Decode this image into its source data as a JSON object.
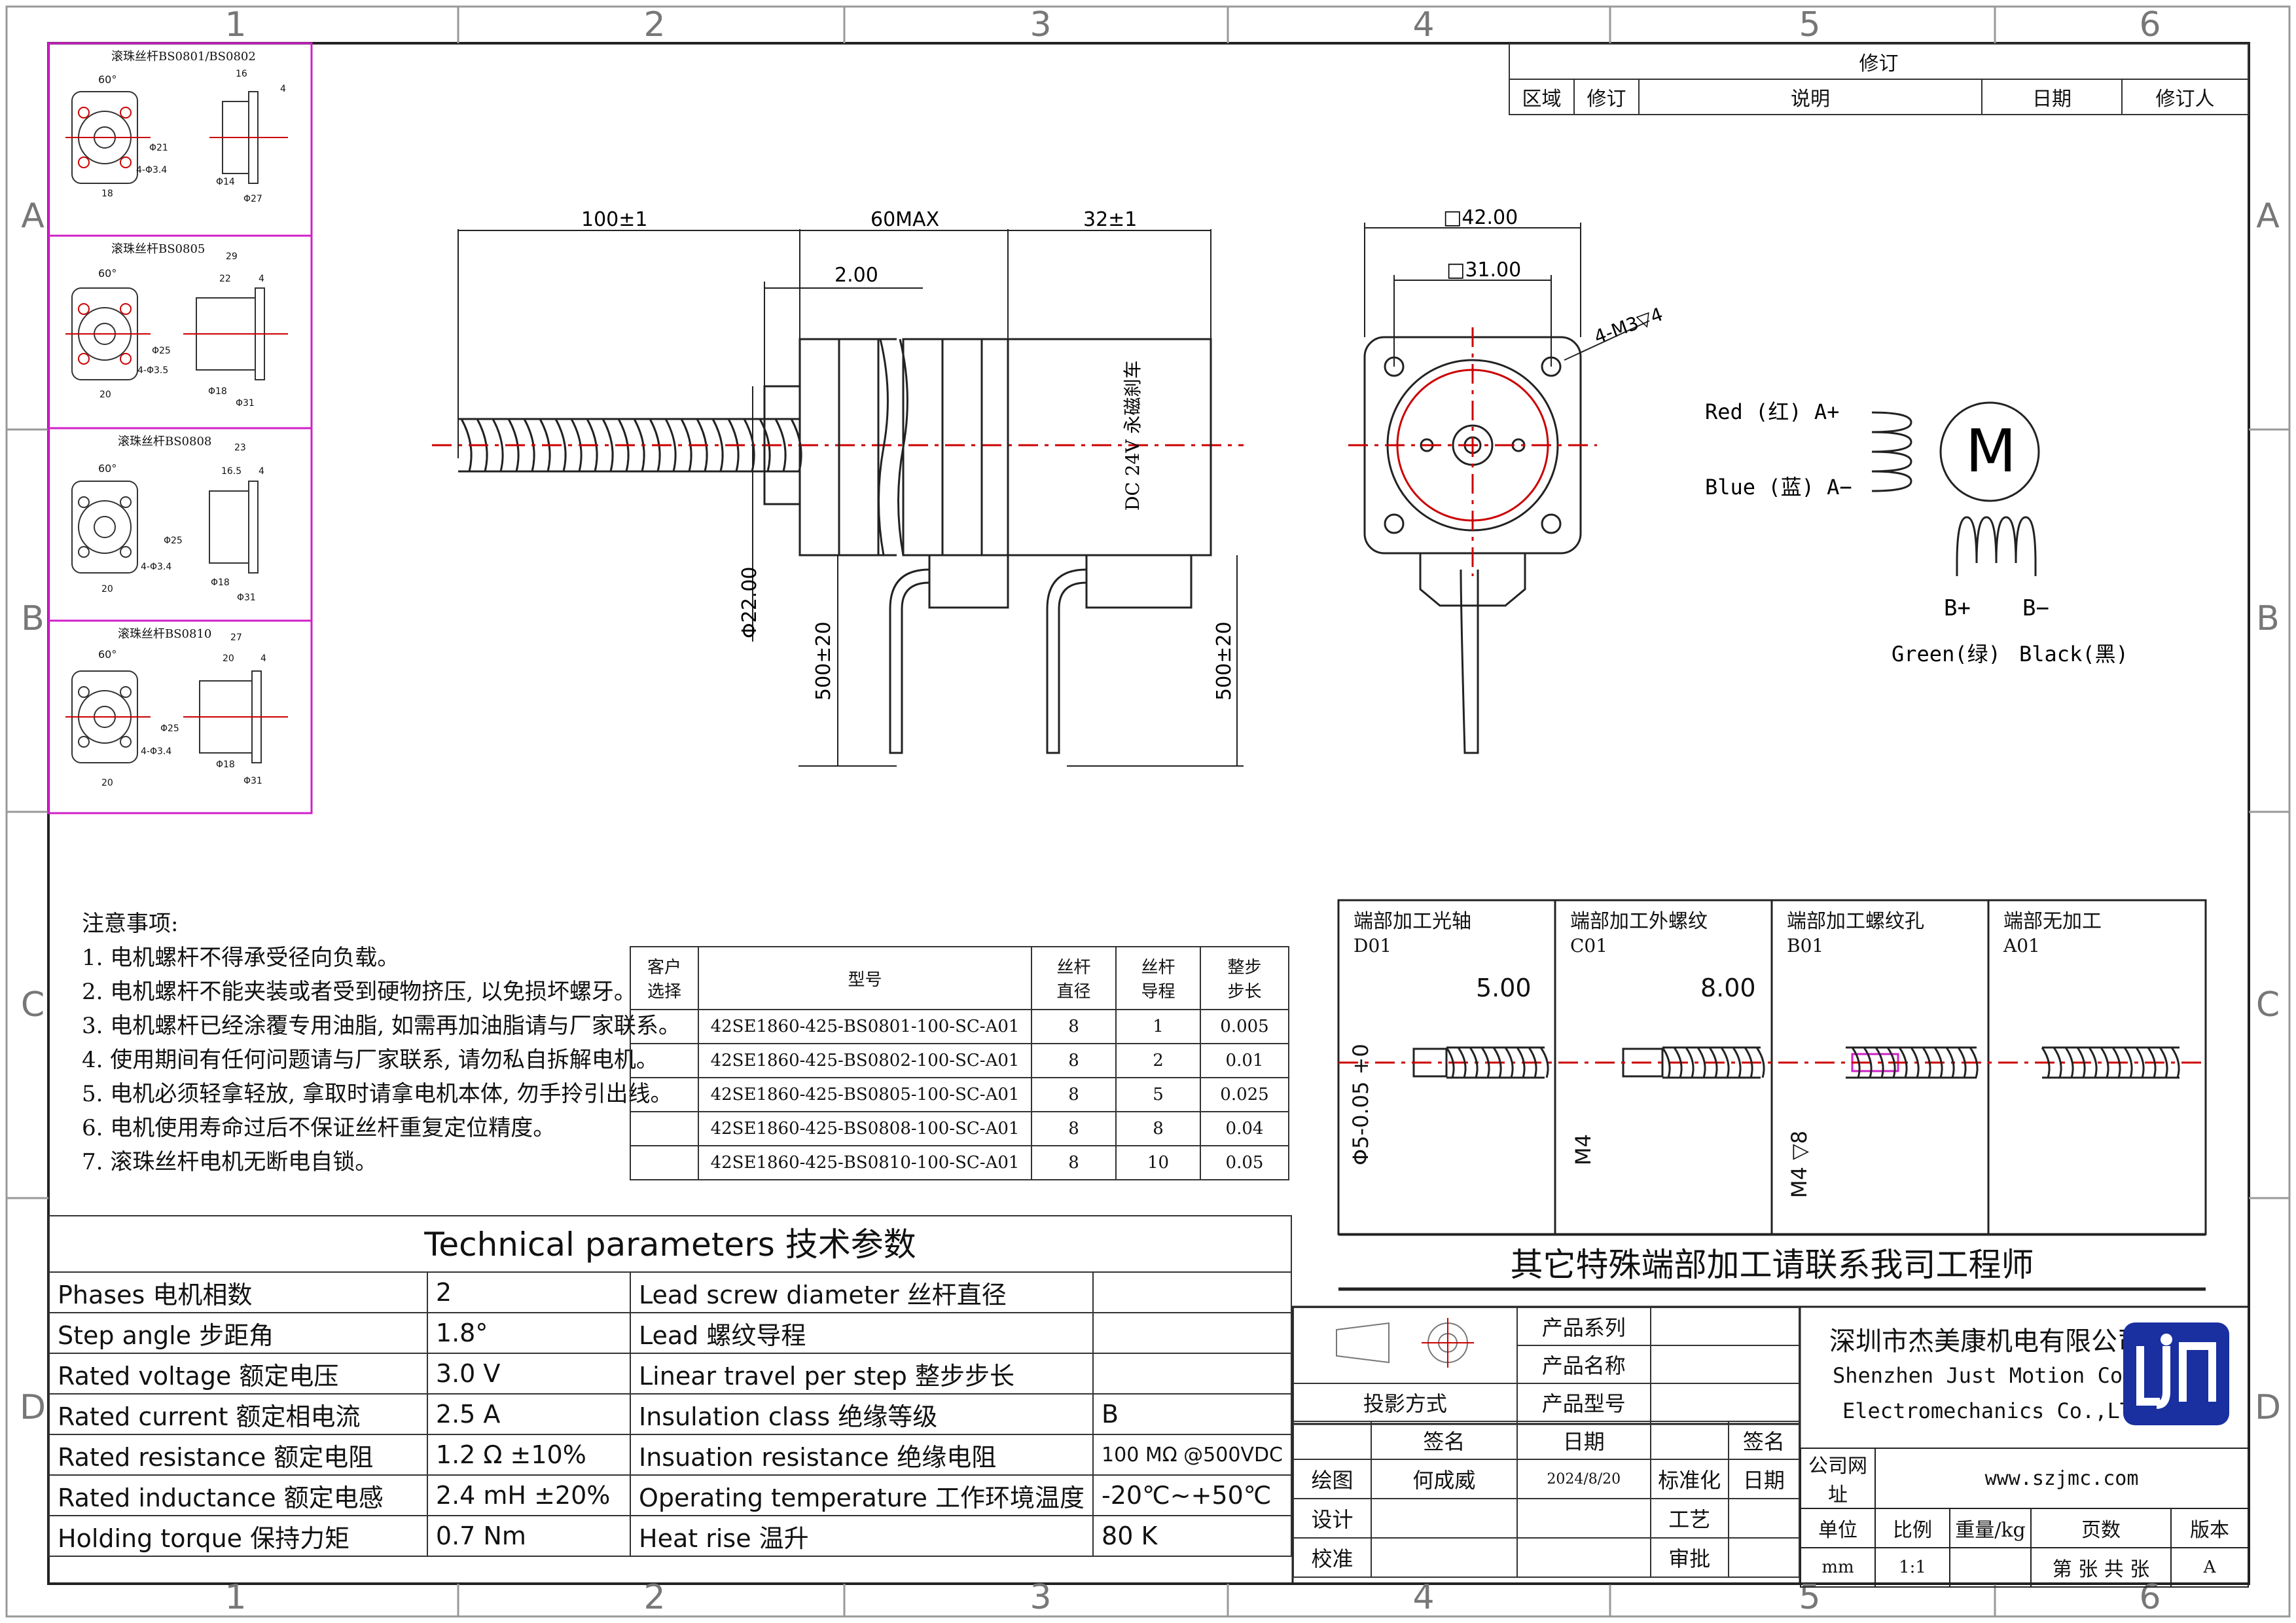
{
  "frame": {
    "columns": [
      "1",
      "2",
      "3",
      "4",
      "5",
      "6"
    ],
    "rows": [
      "A",
      "B",
      "C",
      "D"
    ]
  },
  "revision": {
    "title": "修订",
    "headers": [
      "区域",
      "修订",
      "说明",
      "日期",
      "修订人"
    ]
  },
  "ball_screw_panels": [
    {
      "title": "滚珠丝杆BS0801/BS0802",
      "angle": "60°",
      "dims": [
        "16",
        "4",
        "Φ21",
        "4-Φ3.4",
        "18",
        "Φ14",
        "Φ27"
      ]
    },
    {
      "title": "滚珠丝杆BS0805",
      "angle": "60°",
      "dims": [
        "29",
        "22",
        "4",
        "Φ25",
        "4-Φ3.5",
        "20",
        "Φ18",
        "Φ31"
      ]
    },
    {
      "title": "滚珠丝杆BS0808",
      "angle": "60°",
      "dims": [
        "23",
        "16.5",
        "4",
        "Φ25",
        "4-Φ3.4",
        "20",
        "Φ18",
        "Φ31"
      ]
    },
    {
      "title": "滚珠丝杆BS0810",
      "angle": "60°",
      "dims": [
        "27",
        "20",
        "4",
        "Φ25",
        "4-Φ3.4",
        "20",
        "Φ18",
        "Φ31"
      ]
    }
  ],
  "side_view": {
    "dim_screw": "100±1",
    "dim_body": "60MAX",
    "dim_brake": "32±1",
    "dim_flange": "2.00",
    "dim_dia": "Φ22.00",
    "dim_lead1": "500±20",
    "dim_lead2": "500±20",
    "brake_label": "DC 24V 永磁刹车"
  },
  "front_view": {
    "dim_outer": "□42.00",
    "dim_inner": "□31.00",
    "holes": "4-M3▽4"
  },
  "wiring": {
    "red": "Red (红) A+",
    "blue": "Blue (蓝) A−",
    "motor": "M",
    "bplus": "B+",
    "bminus": "B−",
    "green": "Green(绿)",
    "black": "Black(黑)"
  },
  "notes": {
    "title": "注意事项:",
    "items": [
      "1. 电机螺杆不得承受径向负载。",
      "2. 电机螺杆不能夹装或者受到硬物挤压, 以免损坏螺牙。",
      "3. 电机螺杆已经涂覆专用油脂, 如需再加油脂请与厂家联系。",
      "4. 使用期间有任何问题请与厂家联系, 请勿私自拆解电机。",
      "5. 电机必须轻拿轻放, 拿取时请拿电机本体, 勿手拎引出线。",
      "6. 电机使用寿命过后不保证丝杆重复定位精度。",
      "7. 滚珠丝杆电机无断电自锁。"
    ]
  },
  "model_table": {
    "headers": [
      "客户\n选择",
      "型号",
      "丝杆\n直径",
      "丝杆\n导程",
      "整步\n步长"
    ],
    "rows": [
      [
        "",
        "42SE1860-425-BS0801-100-SC-A01",
        "8",
        "1",
        "0.005"
      ],
      [
        "",
        "42SE1860-425-BS0802-100-SC-A01",
        "8",
        "2",
        "0.01"
      ],
      [
        "",
        "42SE1860-425-BS0805-100-SC-A01",
        "8",
        "5",
        "0.025"
      ],
      [
        "",
        "42SE1860-425-BS0808-100-SC-A01",
        "8",
        "8",
        "0.04"
      ],
      [
        "",
        "42SE1860-425-BS0810-100-SC-A01",
        "8",
        "10",
        "0.05"
      ]
    ]
  },
  "end_machining": {
    "options": [
      {
        "title": "端部加工光轴",
        "code": "D01",
        "dim_top": "5.00",
        "dim_side": "Φ5-0.05 +0"
      },
      {
        "title": "端部加工外螺纹",
        "code": "C01",
        "dim_top": "8.00",
        "dim_side": "M4"
      },
      {
        "title": "端部加工螺纹孔",
        "code": "B01",
        "dim_top": "",
        "dim_side": "M4 ▽8"
      },
      {
        "title": "端部无加工",
        "code": "A01",
        "dim_top": "",
        "dim_side": ""
      }
    ],
    "footer": "其它特殊端部加工请联系我司工程师"
  },
  "tech_params": {
    "title": "Technical parameters 技术参数",
    "rows": [
      [
        "Phases 电机相数",
        "2",
        "Lead screw diameter 丝杆直径",
        ""
      ],
      [
        "Step angle 步距角",
        "1.8°",
        "Lead 螺纹导程",
        ""
      ],
      [
        "Rated voltage 额定电压",
        "3.0 V",
        "Linear travel per step 整步步长",
        ""
      ],
      [
        "Rated current 额定相电流",
        "2.5 A",
        "Insulation class 绝缘等级",
        "B"
      ],
      [
        "Rated resistance 额定电阻",
        "1.2 Ω  ±10%",
        "Insuation resistance 绝缘电阻",
        "100 MΩ @500VDC"
      ],
      [
        "Rated inductance 额定电感",
        "2.4 mH ±20%",
        "Operating temperature 工作环境温度",
        "-20℃~+50℃"
      ],
      [
        "Holding torque 保持力矩",
        "0.7 Nm",
        "Heat rise 温升",
        "80 K"
      ]
    ]
  },
  "title_block": {
    "product_series": "产品系列",
    "product_name": "产品名称",
    "product_model": "产品型号",
    "projection": "投影方式",
    "sign": "签名",
    "date": "日期",
    "draw": "绘图",
    "drawer": "何成威",
    "draw_date": "2024/8/20",
    "standard": "标准化",
    "design": "设计",
    "process": "工艺",
    "check": "校准",
    "approve": "审批",
    "company_cn": "深圳市杰美康机电有限公司",
    "company_en1": "Shenzhen Just Motion Control",
    "company_en2": "Electromechanics Co.,LTD",
    "website_label": "公司网址",
    "website": "www.szjmc.com",
    "unit_label": "单位",
    "scale_label": "比例",
    "weight_label": "重量/kg",
    "pages_label": "页数",
    "version_label": "版本",
    "unit": "mm",
    "scale": "1:1",
    "pages": "第 张 共 张",
    "version": "A"
  },
  "colors": {
    "accent": "#cc0000",
    "magenta": "#d020c8",
    "logo": "#1a2fa0"
  }
}
